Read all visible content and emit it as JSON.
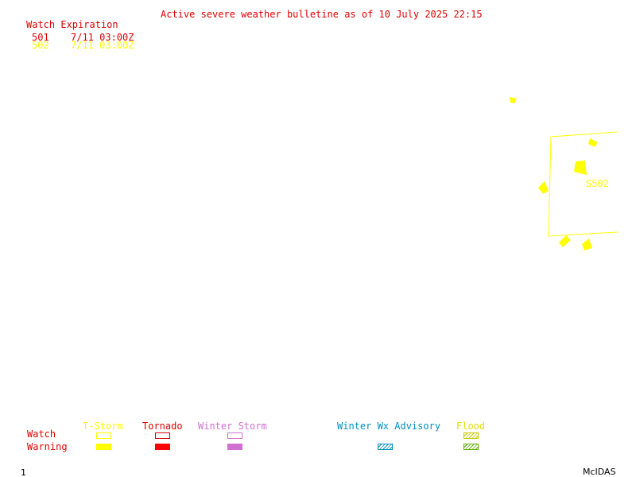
{
  "header": {
    "title": "Active severe weather bulletine as of 10 July 2025 22:15"
  },
  "watch_expiration": {
    "heading": "Watch Expiration",
    "rows": [
      {
        "id": "501",
        "time": "7/11 03:00Z",
        "color": "#e00000"
      },
      {
        "id": "502",
        "time": "7/11 03:00Z",
        "color": "#ffff00"
      }
    ]
  },
  "map": {
    "watch_box_label": "S502",
    "watch_box_color": "#ffff00",
    "warning_color": "#ffff00"
  },
  "legend": {
    "row_labels": {
      "watch": "Watch",
      "warning": "Warning"
    },
    "categories": [
      {
        "label": "T-Storm",
        "color": "#ffff00"
      },
      {
        "label": "Tornado",
        "color": "#e00000"
      },
      {
        "label": "Winter Storm",
        "color": "#d070d0"
      },
      {
        "label": "Winter Wx Advisory",
        "color": "#0090c0"
      },
      {
        "label": "Flood",
        "color": "#e0e000"
      }
    ]
  },
  "footer": {
    "frame_number": "1",
    "brand": "McIDAS"
  }
}
